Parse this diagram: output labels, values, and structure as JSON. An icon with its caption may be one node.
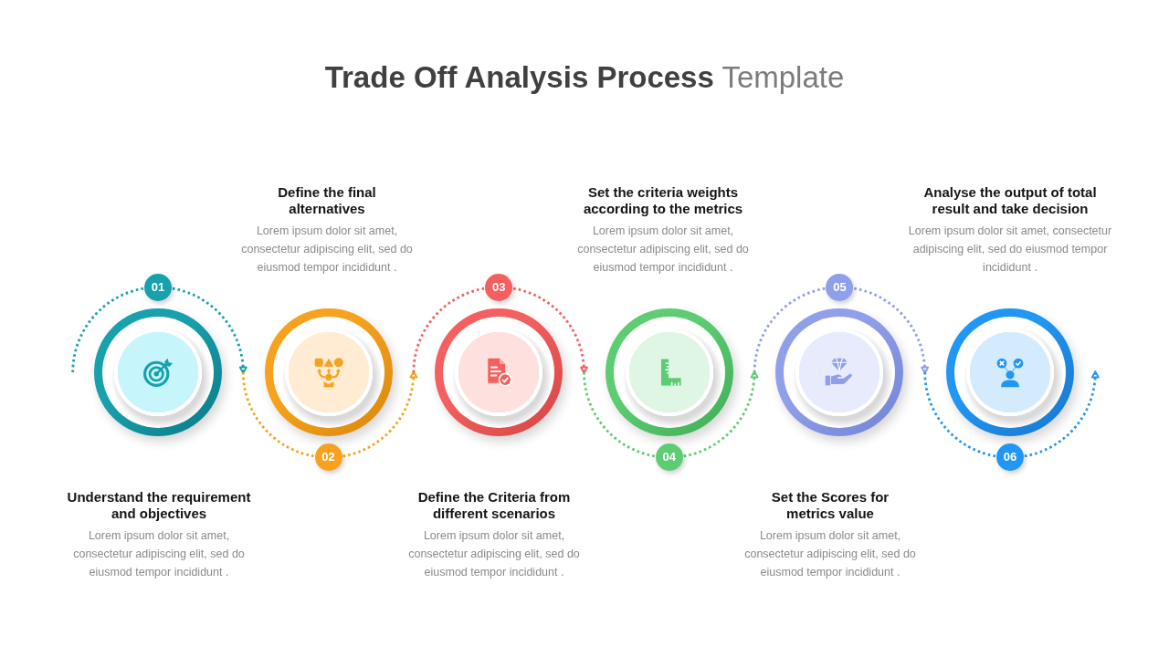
{
  "diagram": {
    "title": "**Trade Off Analysis Process** Template",
    "nodes": [
      {
        "text": [],
        "shape": "circle",
        "beside": [
          "Understand the requirement and objectives",
          "Lorem ipsum dolor sit amet, consectetur adipiscing elit, sed do eiusmod tempor incididunt ."
        ]
      },
      {
        "text": [
          "01"
        ]
      },
      {
        "text": [],
        "shape": "circle",
        "beside": [
          "Define the final alternatives",
          "Lorem ipsum dolor sit amet, consectetur adipiscing elit, sed do eiusmod tempor incididunt ."
        ]
      },
      {
        "text": [
          "02"
        ]
      },
      {
        "text": [],
        "shape": "circle",
        "beside": [
          "Define the Criteria from different scenarios",
          "Lorem ipsum dolor sit amet, consectetur adipiscing elit, sed do eiusmod tempor incididunt ."
        ]
      },
      {
        "text": [
          "03"
        ]
      },
      {
        "text": [],
        "shape": "circle",
        "beside": [
          "Set the criteria weights according to the metrics",
          "Lorem ipsum dolor sit amet, consectetur adipiscing elit, sed do eiusmod tempor incididunt ."
        ]
      },
      {
        "text": [
          "04"
        ]
      },
      {
        "text": [],
        "shape": "circle",
        "beside": [
          "Set the Scores for metrics value",
          "Lorem ipsum dolor sit amet, consectetur adipiscing elit, sed do eiusmod tempor incididunt ."
        ]
      },
      {
        "text": [
          "05"
        ]
      },
      {
        "text": [],
        "shape": "circle",
        "beside": [
          "Analyse the output of total result and take decision",
          "Lorem ipsum dolor sit amet, consectetur adipiscing elit, sed do eiusmod tempor incididunt ."
        ]
      },
      {
        "text": [
          "06"
        ]
      }
    ],
    "edges": [
      {
        "from": null,
        "to": 1,
        "arrow": "none",
        "style": "dashed",
        "color": "#17a1ad"
      },
      {
        "from": 1,
        "to": 2,
        "arrow": "to",
        "style": "dashed",
        "color": "#17a1ad"
      },
      {
        "from": null,
        "to": 3,
        "arrow": "none",
        "style": "dashed",
        "color": "#f6a21e"
      },
      {
        "from": 3,
        "to": 4,
        "arrow": "to",
        "style": "dashed",
        "color": "#f6a21e"
      },
      {
        "from": null,
        "to": 5,
        "arrow": "none",
        "style": "dashed",
        "color": "#f45f5f"
      },
      {
        "from": 5,
        "to": 6,
        "arrow": "to",
        "style": "dashed",
        "color": "#f45f5f"
      },
      {
        "from": null,
        "to": 7,
        "arrow": "none",
        "style": "dashed",
        "color": "#5dcc72"
      },
      {
        "from": 7,
        "to": 8,
        "arrow": "to",
        "style": "dashed",
        "color": "#5dcc72"
      },
      {
        "from": null,
        "to": 9,
        "arrow": "none",
        "style": "dashed",
        "color": "#909fe9"
      },
      {
        "from": 9,
        "to": 10,
        "arrow": "to",
        "style": "dashed",
        "color": "#909fe9"
      },
      {
        "from": null,
        "to": 11,
        "arrow": "none",
        "style": "dashed",
        "color": "#2196f3"
      },
      {
        "from": 11,
        "to": 10,
        "arrow": "to",
        "style": "dashed",
        "color": "#2196f3"
      }
    ]
  }
}
